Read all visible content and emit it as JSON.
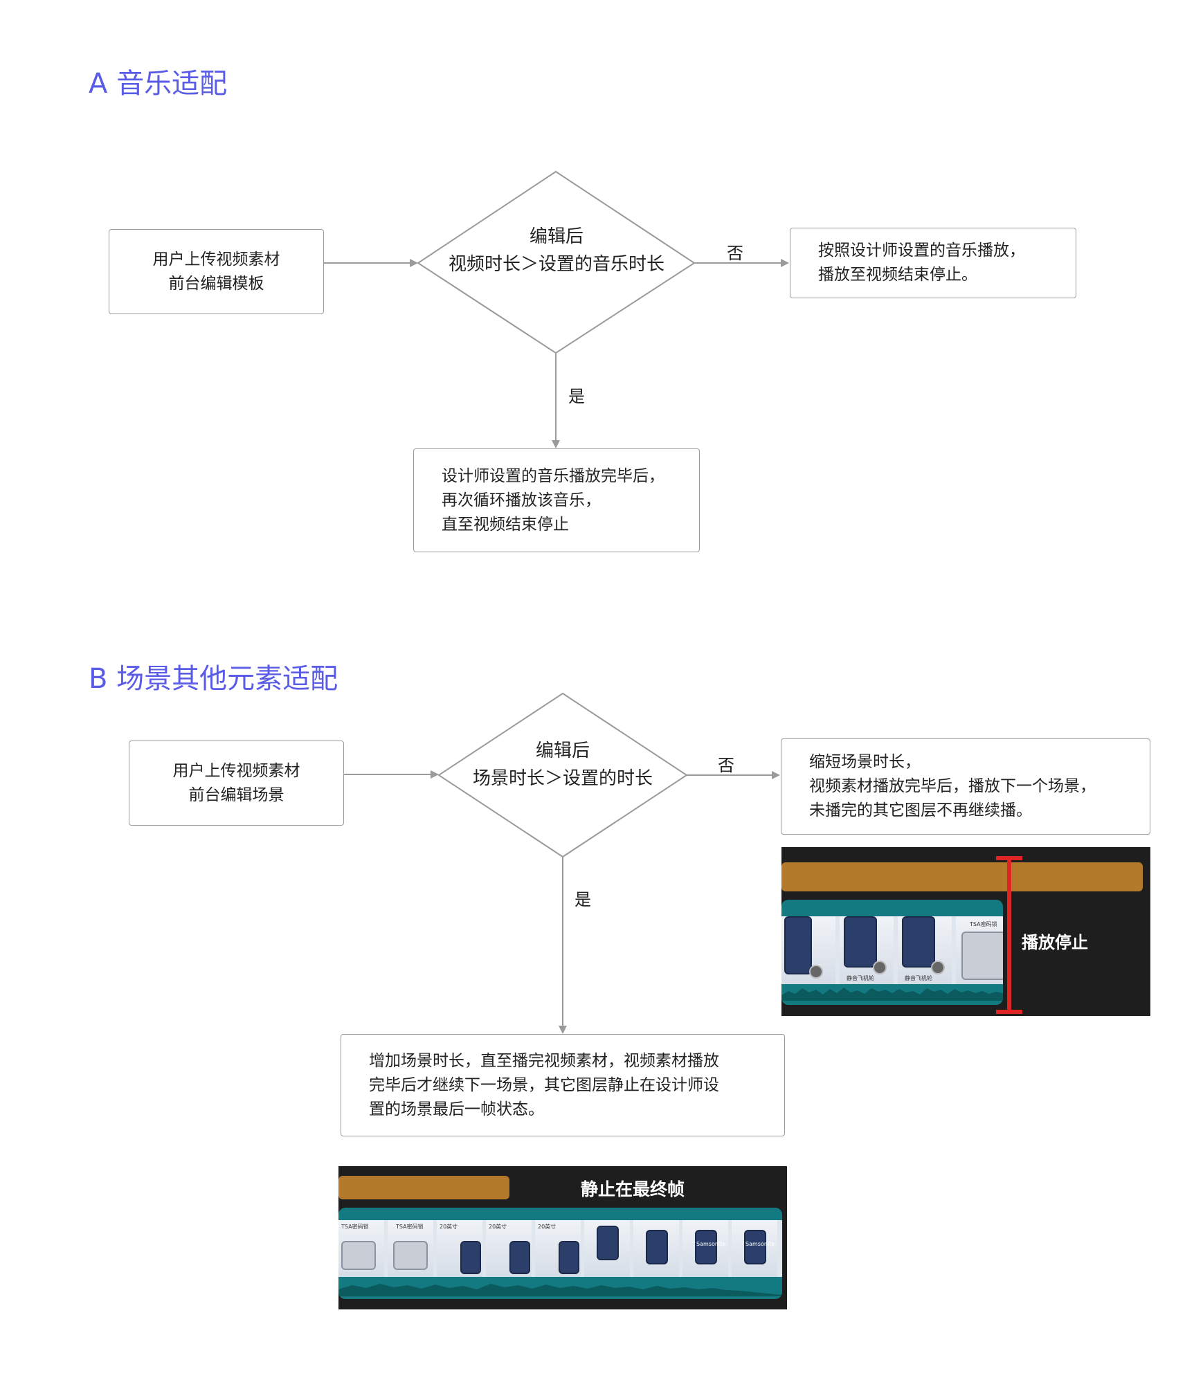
{
  "section_a": {
    "title": "A 音乐适配",
    "start_box": "用户上传视频素材\n前台编辑模板",
    "decision": "编辑后\n视频时长＞设置的音乐时长",
    "no_label": "否",
    "yes_label": "是",
    "no_result": "按照设计师设置的音乐播放，\n播放至视频结束停止。",
    "yes_result": "设计师设置的音乐播放完毕后，\n再次循环播放该音乐，\n直至视频结束停止"
  },
  "section_b": {
    "title": "B 场景其他元素适配",
    "start_box": "用户上传视频素材\n前台编辑场景",
    "decision": "编辑后\n场景时长＞设置的时长",
    "no_label": "否",
    "yes_label": "是",
    "no_result": "缩短场景时长，\n视频素材播放完毕后，播放下一个场景，\n未播完的其它图层不再继续播。",
    "yes_result": "增加场景时长，直至播完视频素材，视频素材播放\n完毕后才继续下一场景，其它图层静止在设计师设\n置的场景最后一帧状态。",
    "preview_no_label": "播放停止",
    "preview_yes_label": "静止在最终帧",
    "preview_no_frame_texts": [
      "静音飞机轮",
      "静音飞机轮",
      "TSA密码锁"
    ],
    "preview_yes_frame_texts": [
      "TSA密码锁",
      "TSA密码锁",
      "20英寸",
      "20英寸",
      "20英寸",
      "Samsonite",
      "Samsonite"
    ]
  },
  "colors": {
    "title": "#5a5be6",
    "line": "#9a9a9a",
    "preview_bg": "#1e1e1e",
    "bar": "#b37a2c",
    "track": "#127a80",
    "marker": "#e02424"
  }
}
